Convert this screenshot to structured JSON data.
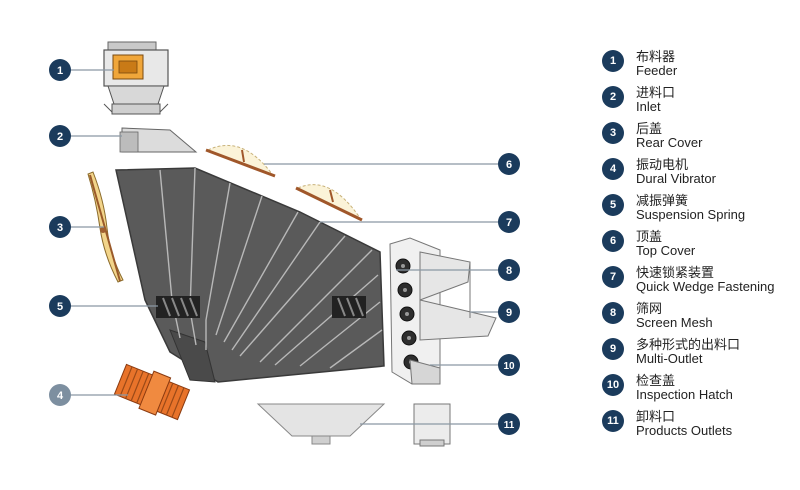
{
  "callouts": [
    {
      "num": "1"
    },
    {
      "num": "2"
    },
    {
      "num": "3"
    },
    {
      "num": "4"
    },
    {
      "num": "5"
    },
    {
      "num": "6"
    },
    {
      "num": "7"
    },
    {
      "num": "8"
    },
    {
      "num": "9"
    },
    {
      "num": "10"
    },
    {
      "num": "11"
    }
  ],
  "legend": {
    "items": [
      {
        "num": "1",
        "zh": "布料器",
        "en": "Feeder"
      },
      {
        "num": "2",
        "zh": "进料口",
        "en": "Inlet"
      },
      {
        "num": "3",
        "zh": "后盖",
        "en": "Rear Cover"
      },
      {
        "num": "4",
        "zh": "振动电机",
        "en": "Dural Vibrator"
      },
      {
        "num": "5",
        "zh": "减振弹簧",
        "en": "Suspension Spring"
      },
      {
        "num": "6",
        "zh": "顶盖",
        "en": "Top Cover"
      },
      {
        "num": "7",
        "zh": "快速锁紧装置",
        "en": "Quick Wedge Fastening"
      },
      {
        "num": "8",
        "zh": "筛网",
        "en": "Screen Mesh"
      },
      {
        "num": "9",
        "zh": "多种形式的出料口",
        "en": "Multi-Outlet"
      },
      {
        "num": "10",
        "zh": "检查盖",
        "en": "Inspection Hatch"
      },
      {
        "num": "11",
        "zh": "卸料口",
        "en": "Products Outlets"
      }
    ]
  },
  "colors": {
    "bullet": "#1b3b5c",
    "screen_body": "#555555",
    "motor": "#e8732a",
    "feeder": "#f0a63a",
    "cover": "#f2d48a",
    "line": "#7e8c98"
  }
}
